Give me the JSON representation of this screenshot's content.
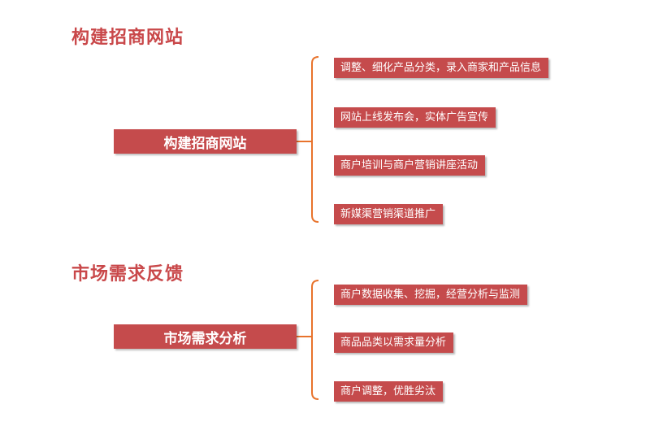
{
  "sections": [
    {
      "title": "构建招商网站",
      "node": "构建招商网站",
      "items": [
        "调整、细化产品分类，录入商家和产品信息",
        "网站上线发布会，实体广告宣传",
        "商户培训与商户营销讲座活动",
        "新媒渠营销渠道推广"
      ]
    },
    {
      "title": "市场需求反馈",
      "node": "市场需求分析",
      "items": [
        "商户数据收集、挖掘，经营分析与监测",
        "商品品类以需求量分析",
        "商户调整，优胜劣汰"
      ]
    }
  ],
  "colors": {
    "accent": "#c54b4c",
    "title": "#c9484a",
    "connector": "#e8732c"
  }
}
